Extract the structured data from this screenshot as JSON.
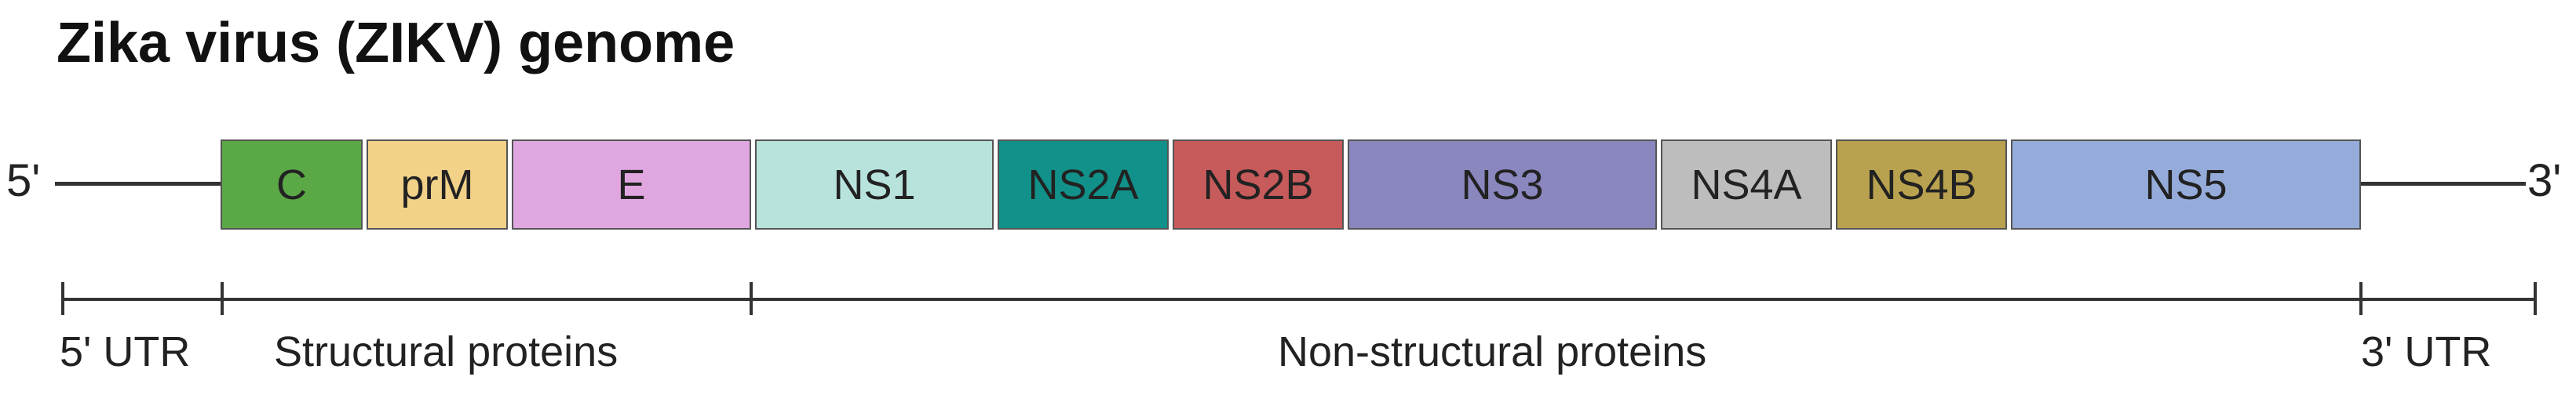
{
  "title": "Zika virus (ZIKV) genome",
  "ends": {
    "five_prime": "5'",
    "three_prime": "3'"
  },
  "genes": [
    {
      "name": "C",
      "color": "#5ba847"
    },
    {
      "name": "prM",
      "color": "#f2d188"
    },
    {
      "name": "E",
      "color": "#e0a6e0"
    },
    {
      "name": "NS1",
      "color": "#b7e3dc"
    },
    {
      "name": "NS2A",
      "color": "#119189"
    },
    {
      "name": "NS2B",
      "color": "#c75a5a"
    },
    {
      "name": "NS3",
      "color": "#8987be"
    },
    {
      "name": "NS4A",
      "color": "#bdbdbd"
    },
    {
      "name": "NS4B",
      "color": "#b9a24f"
    },
    {
      "name": "NS5",
      "color": "#95abd9"
    }
  ],
  "regions": [
    {
      "label": "5' UTR"
    },
    {
      "label": "Structural proteins"
    },
    {
      "label": "Non-structural proteins"
    },
    {
      "label": "3'  UTR"
    }
  ]
}
